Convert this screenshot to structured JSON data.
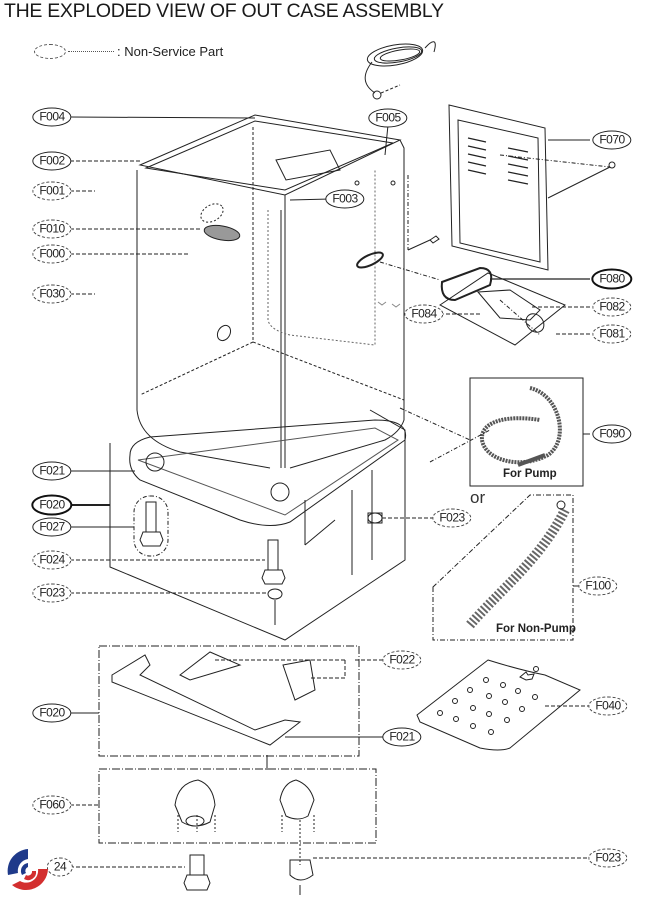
{
  "title": "THE EXPLODED VIEW OF OUT CASE ASSEMBLY",
  "legend": {
    "text": ": Non-Service Part"
  },
  "labels": {
    "F004": "F004",
    "F002": "F002",
    "F001": "F001",
    "F010": "F010",
    "F000": "F000",
    "F030": "F030",
    "F005": "F005",
    "F003": "F003",
    "F070": "F070",
    "F080": "F080",
    "F082": "F082",
    "F084": "F084",
    "F081": "F081",
    "F090": "F090",
    "F021_top": "F021",
    "F020_top": "F020",
    "F027": "F027",
    "F024": "F024",
    "F023_left": "F023",
    "F023_mid": "F023",
    "F100": "F100",
    "F022": "F022",
    "F020_bottom": "F020",
    "F021_bottom": "F021",
    "F040": "F040",
    "F060": "F060",
    "F024_bottom": "24",
    "F023_bottom": "F023"
  },
  "captions": {
    "for_pump": "For Pump",
    "for_non_pump": "For Non-Pump",
    "or": "or"
  },
  "logo": {
    "colors": [
      "#1f3a8a",
      "#d32f2f"
    ]
  }
}
